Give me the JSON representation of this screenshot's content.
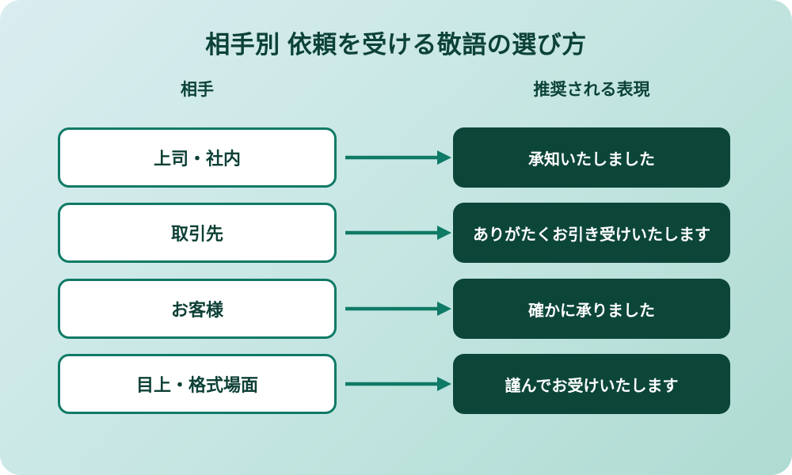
{
  "title": "相手別 依頼を受ける敬語の選び方",
  "columns": {
    "left": "相手",
    "right": "推奨される表現"
  },
  "rows": [
    {
      "recipient": "上司・社内",
      "expression": "承知いたしました"
    },
    {
      "recipient": "取引先",
      "expression": "ありがたくお引き受けいたします"
    },
    {
      "recipient": "お客様",
      "expression": "確かに承りました"
    },
    {
      "recipient": "目上・格式場面",
      "expression": "謹んでお受けいたします"
    }
  ],
  "icons": {
    "arrow": "arrow-right-icon"
  },
  "colors": {
    "background_gradient_start": "#daedf0",
    "background_gradient_end": "#aedbd2",
    "dark_box_fill": "#0c4639",
    "teal_border_arrow": "#0f7a66",
    "heading_text": "#0c4237",
    "recipient_text": "#0d4036",
    "expression_text": "#ffffff"
  }
}
